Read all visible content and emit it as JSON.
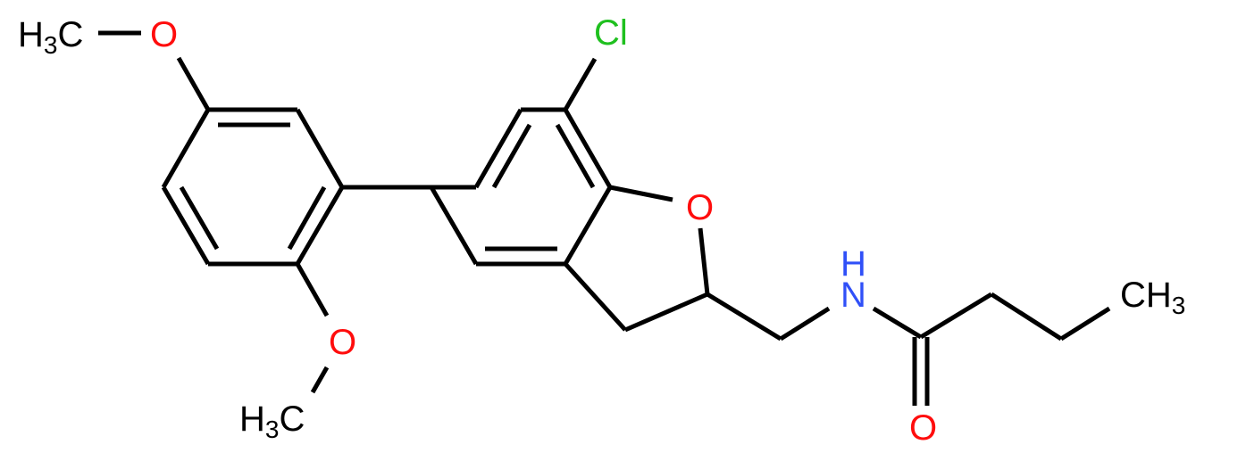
{
  "molecule": {
    "name": "N-{[7-chloro-5-(2,5-dimethoxyphenyl)-2,3-dihydro-1-benzofuran-2-yl]methyl}butanamide",
    "colors": {
      "bond": "#000000",
      "oxygen": "#ff0d0d",
      "nitrogen": "#3050f8",
      "chlorine": "#1fc01f",
      "carbon": "#000000"
    },
    "labels": {
      "methyl_top": {
        "main": "H",
        "sub": "3",
        "tail": "C"
      },
      "oxygen_top": "O",
      "oxygen_lower": "O",
      "methyl_bottom": {
        "main": "H",
        "sub": "3",
        "tail": "C"
      },
      "chlorine": "Cl",
      "oxygen_ring": "O",
      "nitrogen": "N",
      "nitrogen_h": "H",
      "oxygen_carbonyl": "O",
      "methyl_right": {
        "main": "CH",
        "sub": "3"
      }
    }
  }
}
